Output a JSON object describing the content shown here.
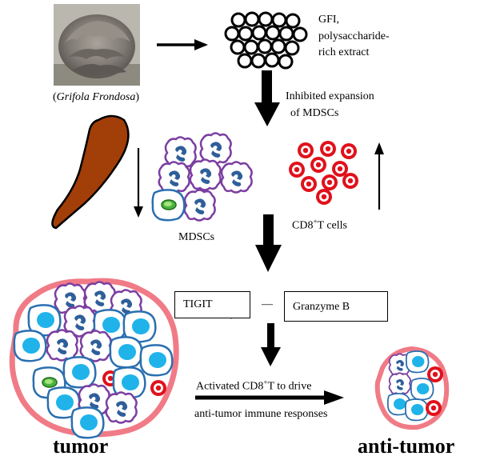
{
  "labels": {
    "species_open": "(",
    "species": "Grifola Frondosa",
    "species_close": ")",
    "extract_1": "GFI,",
    "extract_2": "polysaccharide-",
    "extract_3": "rich extract",
    "inhibit_1": "Inhibited expansion",
    "inhibit_2": "of MDSCs",
    "mdsc": "MDSCs",
    "cd8_prefix": "CD8",
    "cd8_sup": "+",
    "cd8_suffix": "T cells",
    "tigit": "TIGIT",
    "dash": "—",
    "granzyme": "Granzyme B",
    "activated_prefix": "Activated CD8",
    "activated_sup": "+",
    "activated_suffix": "T to drive",
    "antitumor_response": "anti-tumor immune responses",
    "tumor": "tumor",
    "anti_tumor": "anti-tumor"
  },
  "colors": {
    "mdsc_outline": "#7b3fa0",
    "mdsc_nucleus": "#2f5f9a",
    "cell_outline": "#2a6fb0",
    "cell_nucleus": "#1fb3ea",
    "cd8_red": "#e0111b",
    "tumor_halo": "#f07b86",
    "spleen": "#a23e08",
    "green_cell": "#49b441",
    "mushroom": "#8b8680"
  },
  "icons": [
    "mushroom-image",
    "spleen-icon",
    "up-arrow-icon",
    "down-arrow-icon",
    "right-arrow-icon"
  ]
}
